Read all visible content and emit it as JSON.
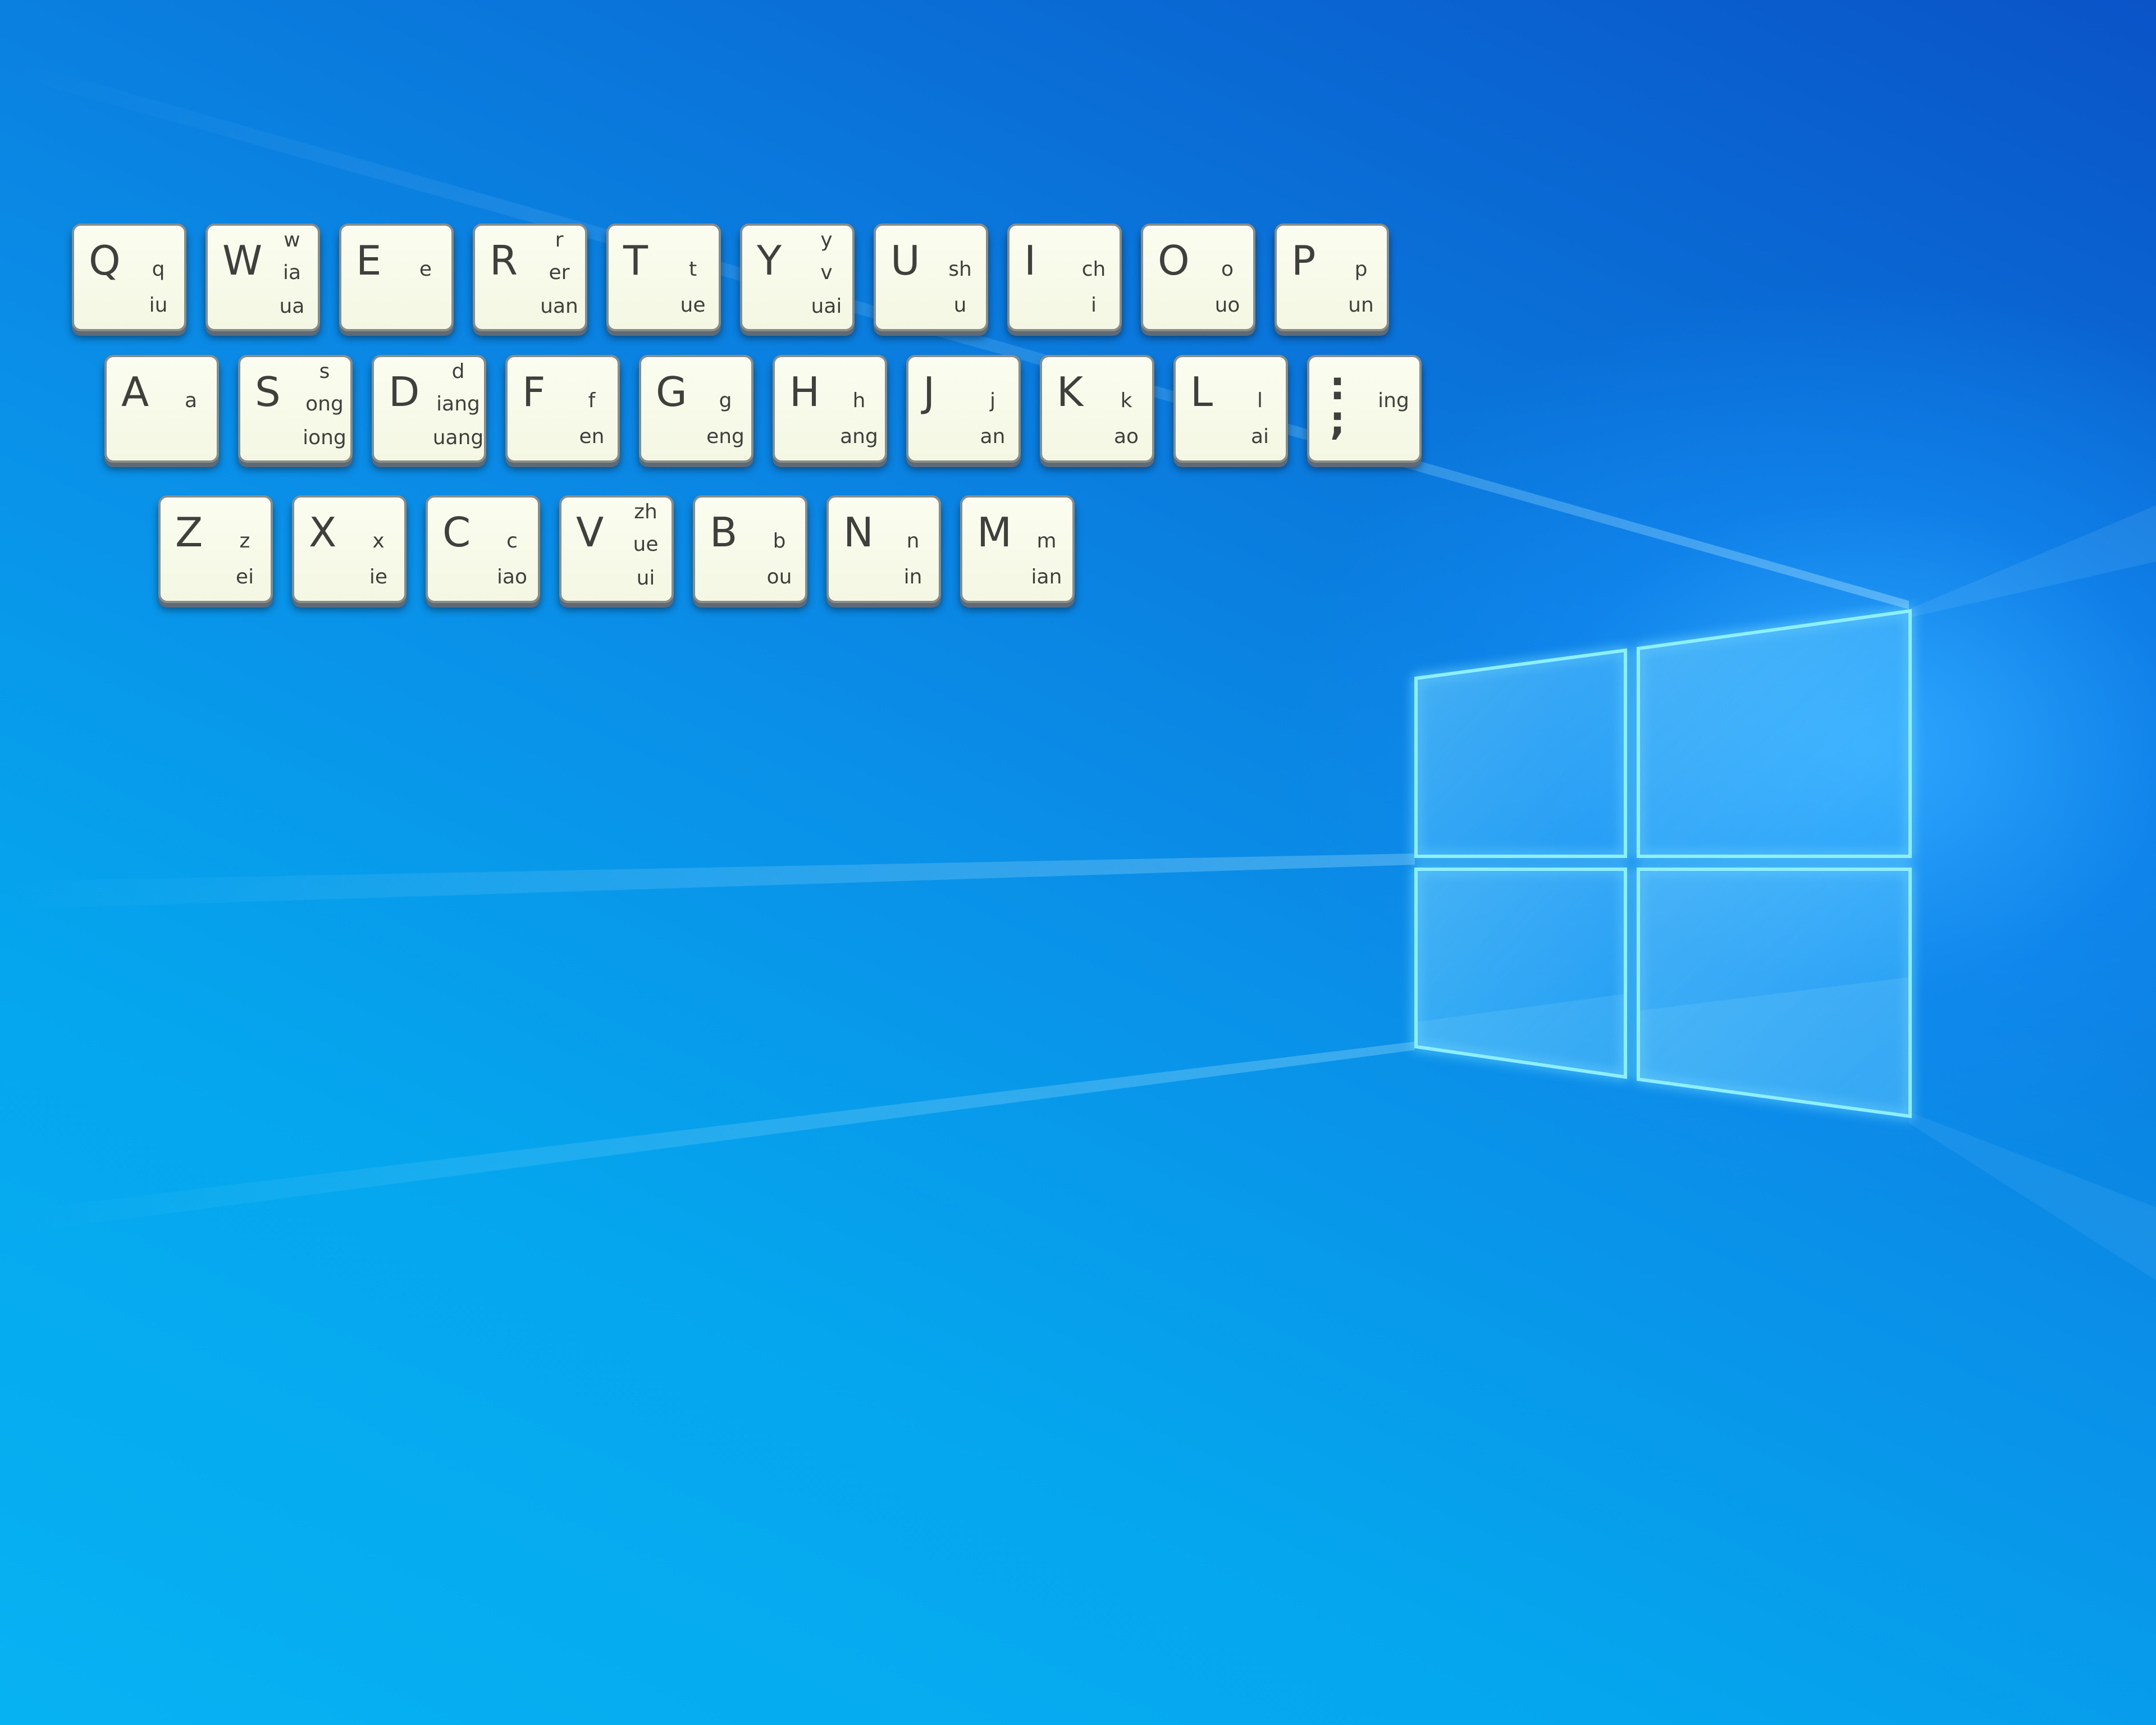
{
  "desktop": {
    "wallpaper": "Windows 10 hero wallpaper",
    "colors": {
      "background_top": "#0a54c8",
      "background_bottom": "#07b2f2",
      "logo_glow": "#8ef0ff",
      "key_face": "#f4f7e3",
      "key_text": "#3f3f3c"
    },
    "logo_icon": "windows-logo-icon"
  },
  "keyboard": {
    "rows": [
      [
        {
          "key": "Q",
          "sub": [
            "q",
            "iu"
          ]
        },
        {
          "key": "W",
          "sub": [
            "w",
            "ia",
            "ua"
          ]
        },
        {
          "key": "E",
          "sub": [
            "e"
          ]
        },
        {
          "key": "R",
          "sub": [
            "r",
            "er",
            "uan"
          ]
        },
        {
          "key": "T",
          "sub": [
            "t",
            "ue"
          ]
        },
        {
          "key": "Y",
          "sub": [
            "y",
            "v",
            "uai"
          ]
        },
        {
          "key": "U",
          "sub": [
            "sh",
            "u"
          ]
        },
        {
          "key": "I",
          "sub": [
            "ch",
            "i"
          ]
        },
        {
          "key": "O",
          "sub": [
            "o",
            "uo"
          ]
        },
        {
          "key": "P",
          "sub": [
            "p",
            "un"
          ]
        }
      ],
      [
        {
          "key": "A",
          "sub": [
            "a"
          ]
        },
        {
          "key": "S",
          "sub": [
            "s",
            "ong",
            "iong"
          ]
        },
        {
          "key": "D",
          "sub": [
            "d",
            "iang",
            "uang"
          ]
        },
        {
          "key": "F",
          "sub": [
            "f",
            "en"
          ]
        },
        {
          "key": "G",
          "sub": [
            "g",
            "eng"
          ]
        },
        {
          "key": "H",
          "sub": [
            "h",
            "ang"
          ]
        },
        {
          "key": "J",
          "sub": [
            "j",
            "an"
          ]
        },
        {
          "key": "K",
          "sub": [
            "k",
            "ao"
          ]
        },
        {
          "key": "L",
          "sub": [
            "l",
            "ai"
          ]
        },
        {
          "key": ":\n;",
          "sub": [
            "ing"
          ]
        }
      ],
      [
        {
          "key": "Z",
          "sub": [
            "z",
            "ei"
          ]
        },
        {
          "key": "X",
          "sub": [
            "x",
            "ie"
          ]
        },
        {
          "key": "C",
          "sub": [
            "c",
            "iao"
          ]
        },
        {
          "key": "V",
          "sub": [
            "zh",
            "ue",
            "ui"
          ]
        },
        {
          "key": "B",
          "sub": [
            "b",
            "ou"
          ]
        },
        {
          "key": "N",
          "sub": [
            "n",
            "in"
          ]
        },
        {
          "key": "M",
          "sub": [
            "m",
            "ian"
          ]
        }
      ]
    ]
  }
}
